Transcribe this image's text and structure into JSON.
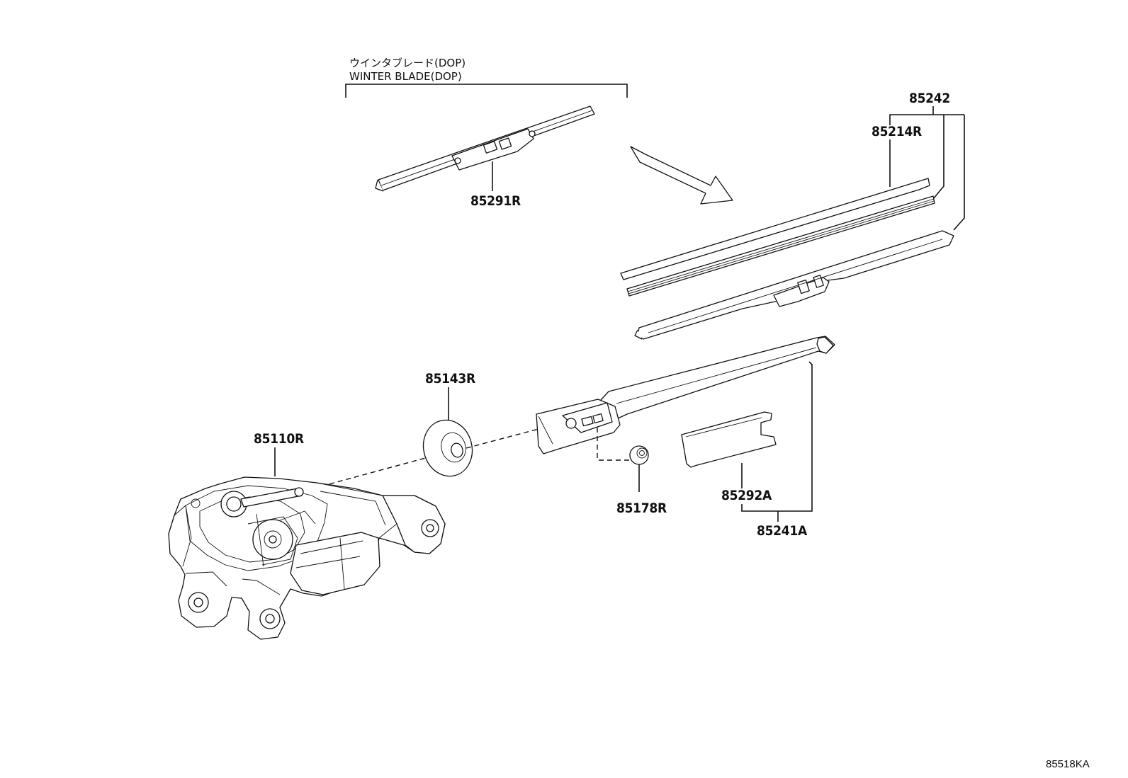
{
  "winter_blade_group": {
    "label_jp": "ウインタブレード(DOP)",
    "label_en": "WINTER BLADE(DOP)"
  },
  "parts": {
    "p85291R": "85291R",
    "p85242": "85242",
    "p85214R": "85214R",
    "p85143R": "85143R",
    "p85110R": "85110R",
    "p85178R": "85178R",
    "p85292A": "85292A",
    "p85241A": "85241A"
  },
  "illustration_number": "85518KA"
}
